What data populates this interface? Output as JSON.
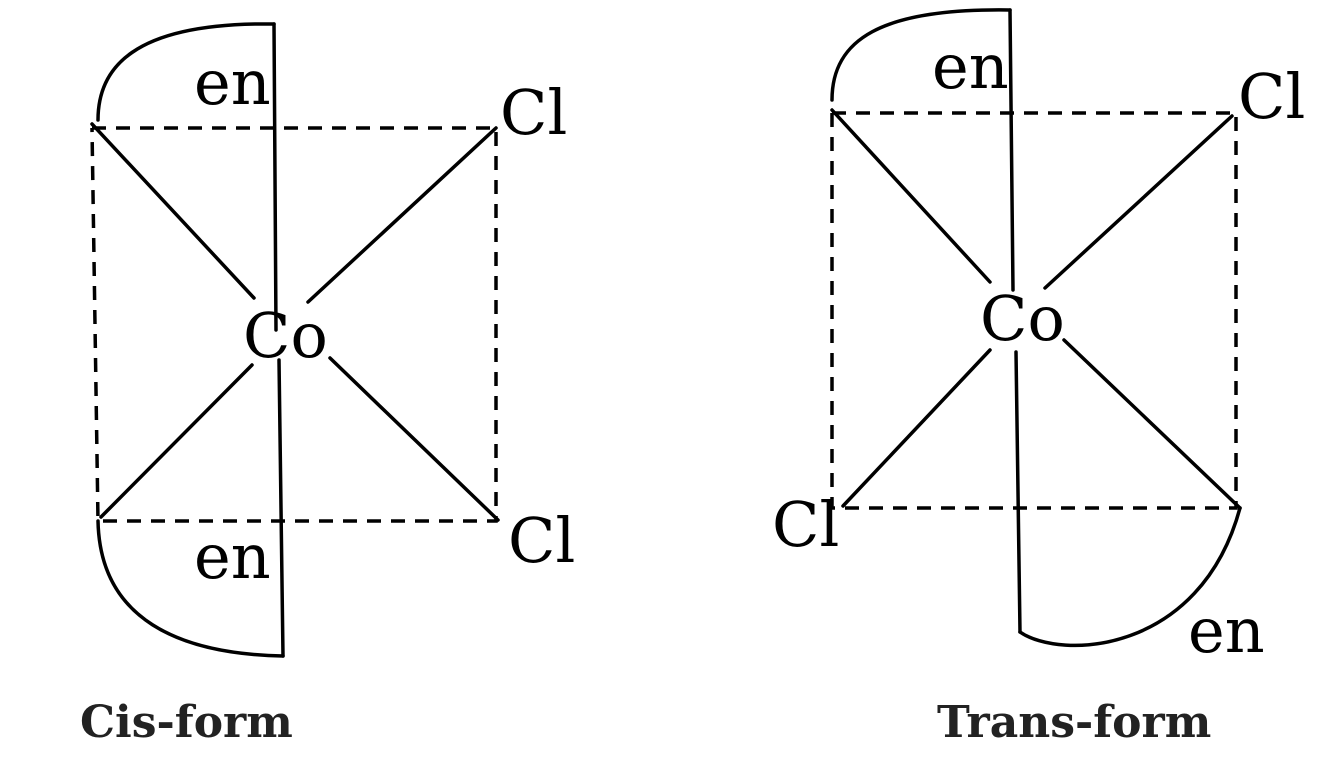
{
  "isomers": [
    {
      "caption": "Cis-form",
      "center": "Co",
      "labels": {
        "en_top": "en",
        "en_bottom": "en",
        "cl_top": "Cl",
        "cl_bottom": "Cl"
      }
    },
    {
      "caption": "Trans-form",
      "center": "Co",
      "labels": {
        "en_top": "en",
        "en_bottom": "en",
        "cl_top": "Cl",
        "cl_bottom": "Cl"
      }
    }
  ]
}
